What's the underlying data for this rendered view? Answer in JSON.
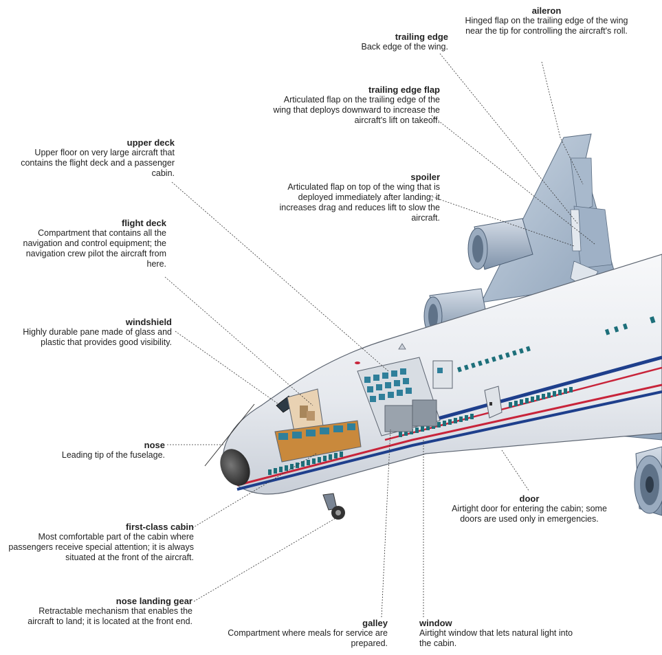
{
  "labels": {
    "aileron": {
      "title": "aileron",
      "desc": "Hinged flap on the trailing edge of the wing near the tip for controlling the aircraft's roll."
    },
    "trailing_edge": {
      "title": "trailing edge",
      "desc": "Back edge of the wing."
    },
    "trailing_edge_flap": {
      "title": "trailing edge flap",
      "desc": "Articulated flap on the trailing edge of the wing that deploys downward to increase the aircraft's lift on takeoff."
    },
    "upper_deck": {
      "title": "upper deck",
      "desc": "Upper floor on very large aircraft that contains the flight deck and a passenger cabin."
    },
    "spoiler": {
      "title": "spoiler",
      "desc": "Articulated flap on top of the wing that is deployed immediately after landing; it increases drag and reduces lift to slow the aircraft."
    },
    "flight_deck": {
      "title": "flight deck",
      "desc": "Compartment that contains all the navigation and control equipment; the navigation crew pilot the aircraft from here."
    },
    "windshield": {
      "title": "windshield",
      "desc": "Highly durable pane made of glass and plastic that provides good visibility."
    },
    "nose": {
      "title": "nose",
      "desc": "Leading tip of the fuselage."
    },
    "door": {
      "title": "door",
      "desc": "Airtight door for entering the cabin; some doors are used only in emergencies."
    },
    "first_class_cabin": {
      "title": "first-class cabin",
      "desc": "Most comfortable part of the cabin where passengers receive special attention; it is always situated at the front of the aircraft."
    },
    "nose_landing_gear": {
      "title": "nose landing gear",
      "desc": "Retractable mechanism that enables the aircraft to land; it is located at the front end."
    },
    "galley": {
      "title": "galley",
      "desc": "Compartment where meals for service are prepared."
    },
    "window": {
      "title": "window",
      "desc": "Airtight window that lets natural light into the cabin."
    }
  },
  "colors": {
    "fuselage": "#eef0f3",
    "wing": "#b7c6d6",
    "stripe_blue": "#1e3f8c",
    "stripe_red": "#c8243a",
    "window": "#1d6f7a",
    "floor": "#c9893c",
    "seat": "#2f7f9a"
  }
}
